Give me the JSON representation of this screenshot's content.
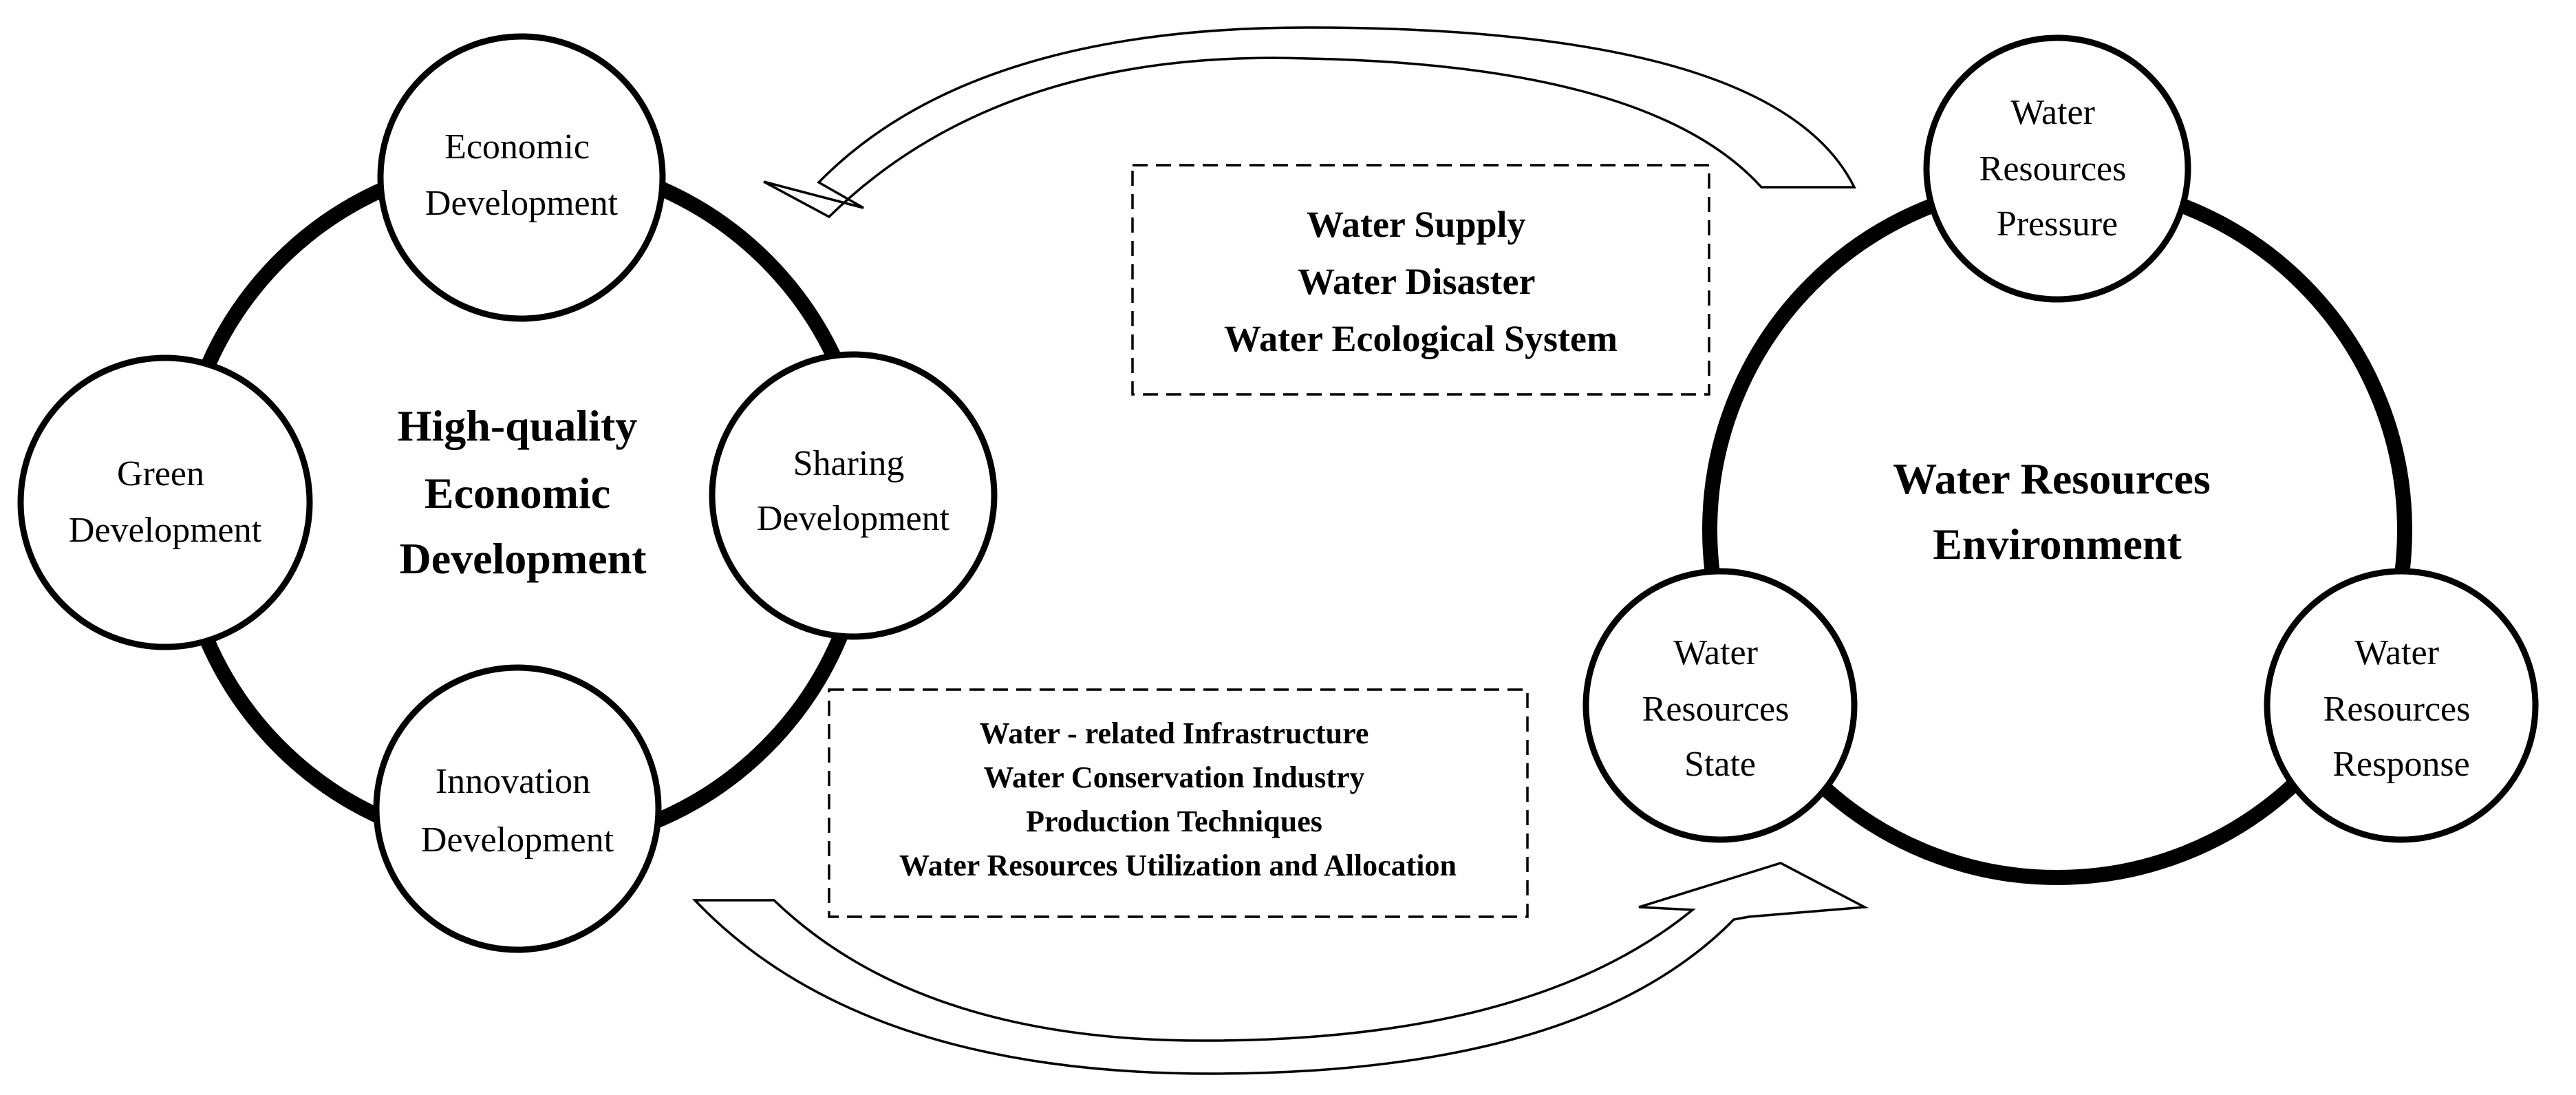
{
  "left_system": {
    "title_lines": [
      "High-quality",
      "Economic",
      "Development"
    ],
    "nodes": {
      "economic": [
        "Economic",
        "Development"
      ],
      "green": [
        "Green",
        "Development"
      ],
      "sharing": [
        "Sharing",
        "Development"
      ],
      "innovation": [
        "Innovation",
        "Development"
      ]
    }
  },
  "right_system": {
    "title_lines": [
      "Water Resources",
      "Environment"
    ],
    "nodes": {
      "pressure": [
        "Water",
        "Resources",
        "Pressure"
      ],
      "state": [
        "Water",
        "Resources",
        "State"
      ],
      "response": [
        "Water",
        "Resources",
        "Response"
      ]
    }
  },
  "top_box": {
    "lines": [
      "Water Supply",
      "Water Disaster",
      "Water Ecological System"
    ]
  },
  "bottom_box": {
    "lines": [
      "Water - related Infrastructure",
      "Water Conservation Industry",
      "Production Techniques",
      "Water Resources Utilization and Allocation"
    ]
  }
}
